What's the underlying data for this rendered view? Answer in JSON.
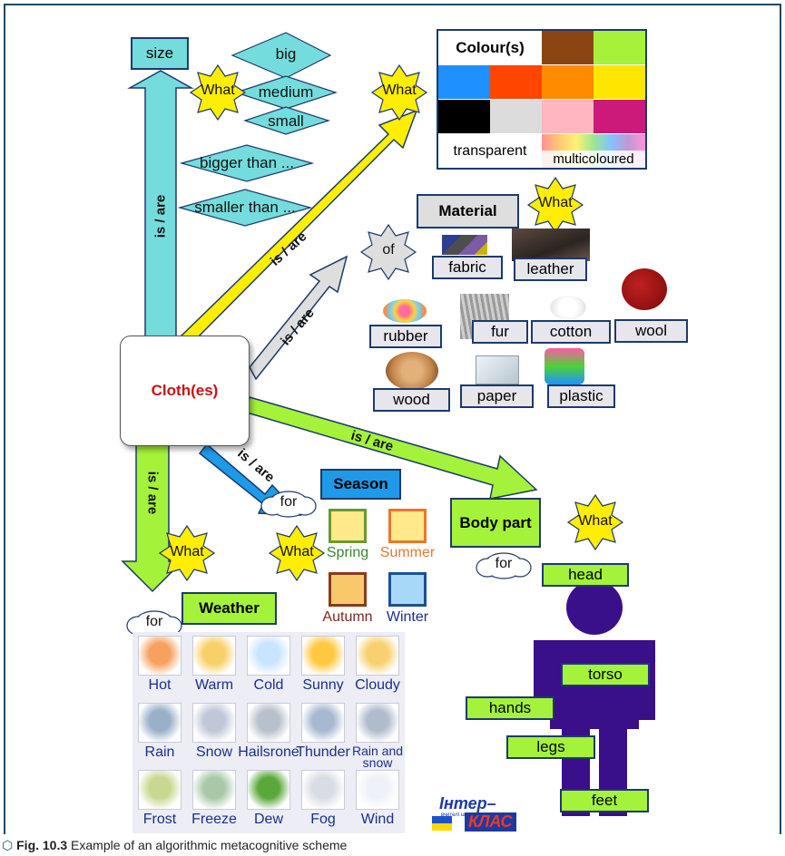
{
  "center": "Cloth(es)",
  "arrow_labels": {
    "size": "is / are",
    "colour": "is / are",
    "material": "is / are",
    "season": "is / are",
    "body": "is / are",
    "weather": "is / are"
  },
  "size": {
    "title": "size",
    "what": "What",
    "items": [
      "big",
      "medium",
      "small",
      "bigger than ...",
      "smaller than ..."
    ]
  },
  "colour": {
    "title": "Colour(s)",
    "what": "What",
    "transparent": "transparent",
    "multicoloured": "multicoloured",
    "swatches": [
      "#8b4513",
      "#a6f23a",
      "#1e90ff",
      "#ff4500",
      "#ff8c00",
      "#ffe600",
      "#000000",
      "#dcdcdc",
      "#ffb6c1",
      "#cc1a7a"
    ]
  },
  "material": {
    "title": "Material",
    "what": "What",
    "of": "of",
    "items": [
      "fabric",
      "leather",
      "rubber",
      "fur",
      "cotton",
      "wool",
      "wood",
      "paper",
      "plastic"
    ]
  },
  "season": {
    "title": "Season",
    "for": "for",
    "what": "What",
    "items": [
      "Spring",
      "Summer",
      "Autumn",
      "Winter"
    ],
    "colors": [
      "#2e8b2e",
      "#e8782a",
      "#7a2a1a",
      "#1b2f8a"
    ]
  },
  "body": {
    "title": "Body part",
    "what": "What",
    "for": "for",
    "parts": [
      "head",
      "torso",
      "hands",
      "legs",
      "feet"
    ]
  },
  "weather": {
    "title": "Weather",
    "what": "What",
    "for": "for",
    "items": [
      "Hot",
      "Warm",
      "Cold",
      "Sunny",
      "Cloudy",
      "Rain",
      "Snow",
      "Hailsrone",
      "Thunder",
      "Rain and snow",
      "Frost",
      "Freeze",
      "Dew",
      "Fog",
      "Wind"
    ]
  },
  "logo": {
    "line1": "Інтер–",
    "line2": "КЛАС",
    "small": "вчителі школи"
  },
  "caption": {
    "bold": "Fig. 10.3",
    "text": " Example of an algorithmic metacognitive scheme"
  },
  "colors": {
    "frame": "#1d4a6b",
    "cyan": "#74dcdc",
    "yellow": "#ffee00",
    "grey": "#dedede",
    "green": "#a4f23a",
    "blue": "#1e9ae8",
    "center_text": "#cc1111"
  }
}
